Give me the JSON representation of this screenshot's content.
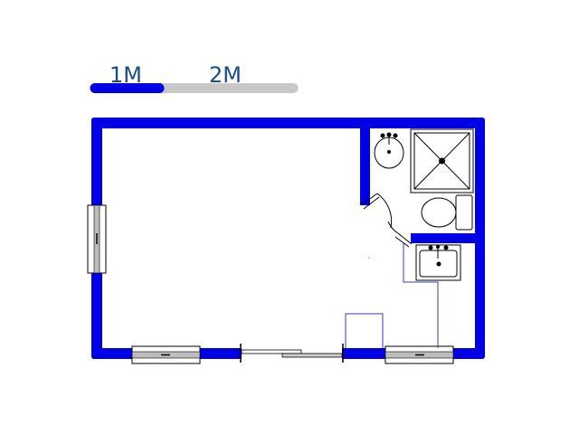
{
  "scale_bar": {
    "label_1": "1M",
    "label_2": "2M",
    "color_primary": "#0000e6",
    "color_secondary": "#c8c8c8"
  },
  "floor_plan": {
    "wall_color": "#0000e6",
    "line_color": "#000000",
    "accent_line_color": "#3b3bb0",
    "fixtures": [
      "basin-icon",
      "shower-icon",
      "toilet-icon",
      "kitchen-sink-icon"
    ],
    "windows": 3,
    "doors": 2
  }
}
